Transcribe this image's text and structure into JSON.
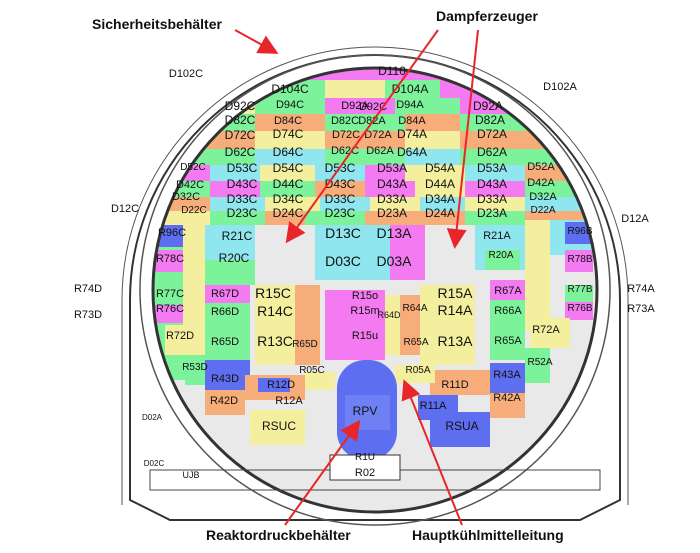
{
  "callouts": {
    "containment": "Sicherheitsbehälter",
    "steam_generator": "Dampferzeuger",
    "rpv": "Reaktordruckbehälter",
    "main_coolant": "Hauptkühlmittelleitung"
  },
  "colors": {
    "magenta": "#f47af2",
    "green": "#7cf29a",
    "cyan": "#8fe6ee",
    "orange": "#f6ad7a",
    "yellow": "#f3ef9e",
    "blue": "#5d6ff0",
    "arrow": "#e8262a"
  },
  "rooms": [
    "D110",
    "D104C",
    "D104A",
    "D102A",
    "D102C",
    "D94C",
    "D94A",
    "D92C",
    "D92A",
    "D92C",
    "D92A",
    "D82C",
    "D84C",
    "D82C",
    "D82A",
    "D84A",
    "D82A",
    "D72C",
    "D74C",
    "D72C",
    "D72A",
    "D74A",
    "D72A",
    "D62C",
    "D64C",
    "D62C",
    "D62A",
    "D64A",
    "D62A",
    "D53C",
    "D54C",
    "D53C",
    "D53A",
    "D54A",
    "D53A",
    "D43C",
    "D44C",
    "D43C",
    "D43A",
    "D44A",
    "D43A",
    "D33C",
    "D34C",
    "D33C",
    "D33A",
    "D34A",
    "D33A",
    "D23C",
    "D24C",
    "D23C",
    "D23A",
    "D24A",
    "D23A",
    "D52C",
    "D52A",
    "D42C",
    "D42A",
    "D32C",
    "D32A",
    "D22C",
    "D22A",
    "D13C",
    "D13A",
    "D03C",
    "D03A",
    "D12C",
    "D12A",
    "R21C",
    "R20C",
    "R21A",
    "R20A",
    "R96C",
    "R96B",
    "R78C",
    "R78B",
    "R77C",
    "R77B",
    "R76C",
    "R76B",
    "R74D",
    "R74A",
    "R73D",
    "R73A",
    "R67D",
    "R67A",
    "R66D",
    "R66A",
    "R65D",
    "R65A",
    "R72D",
    "R72A",
    "R15C",
    "R15o",
    "R15A",
    "R14C",
    "R14A",
    "R15m",
    "R15u",
    "R13C",
    "R13A",
    "R64D",
    "R64A",
    "R65D",
    "R65A",
    "R53D",
    "R52A",
    "R43D",
    "R43A",
    "R42D",
    "R42A",
    "R12D",
    "R11D",
    "R12A",
    "R11A",
    "R05C",
    "R05A",
    "RSUC",
    "RSUA",
    "RPV",
    "R1U",
    "R02",
    "D02C",
    "D02A",
    "UJB"
  ]
}
